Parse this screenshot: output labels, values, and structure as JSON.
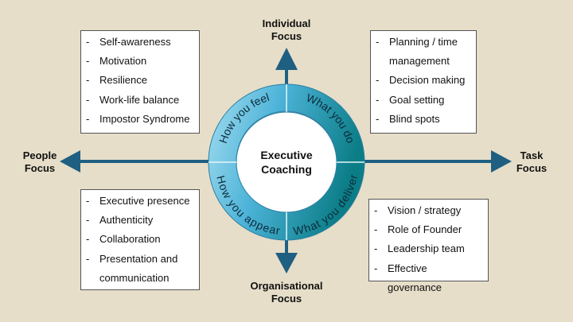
{
  "axes": {
    "top": [
      "Individual",
      "Focus"
    ],
    "bottom": [
      "Organisational",
      "Focus"
    ],
    "left": [
      "People",
      "Focus"
    ],
    "right": [
      "Task",
      "Focus"
    ]
  },
  "center": {
    "line1": "Executive",
    "line2": "Coaching"
  },
  "ring": {
    "top_left": "How you feel",
    "top_right": "What you do",
    "bottom_left": "How you appear",
    "bottom_right": "What you deliver"
  },
  "boxes": {
    "top_left": [
      "Self-awareness",
      "Motivation",
      "Resilience",
      "Work-life balance",
      "Impostor Syndrome"
    ],
    "top_right": [
      "Planning / time management",
      "Decision making",
      "Goal setting",
      "Blind spots"
    ],
    "bottom_left": [
      "Executive presence",
      "Authenticity",
      "Collaboration",
      "Presentation and communication"
    ],
    "bottom_right": [
      "Vision / strategy",
      "Role of Founder",
      "Leadership team",
      "Effective governance"
    ]
  },
  "bullet": "-",
  "colors": {
    "background": "#e6dec8",
    "axis": "#1f5f82",
    "ring_light": "#8fd3ea",
    "ring_mid": "#3ba6cf",
    "ring_dark": "#0f7c8c"
  }
}
